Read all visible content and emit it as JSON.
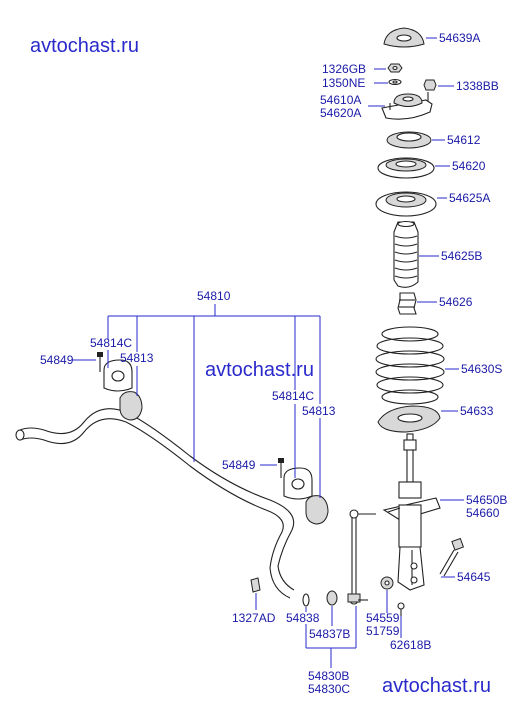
{
  "watermark": {
    "top_left": "avtochast.ru",
    "center": "avtochast.ru",
    "bottom_right": "avtochast.ru"
  },
  "labels": {
    "p54639A": "54639A",
    "p1326GB": "1326GB",
    "p1350NE": "1350NE",
    "p1338BB": "1338BB",
    "p54610A": "54610A",
    "p54620A": "54620A",
    "p54612": "54612",
    "p54620": "54620",
    "p54625A": "54625A",
    "p54625B": "54625B",
    "p54626": "54626",
    "p54630S": "54630S",
    "p54633": "54633",
    "p54650B": "54650B",
    "p54660": "54660",
    "p54645": "54645",
    "p54559": "54559",
    "p51759": "51759",
    "p62618B": "62618B",
    "p54810": "54810",
    "p54814C_left": "54814C",
    "p54813_left": "54813",
    "p54849_left": "54849",
    "p54814C_right": "54814C",
    "p54813_right": "54813",
    "p54849_right": "54849",
    "p1327AD": "1327AD",
    "p54838": "54838",
    "p54837B": "54837B",
    "p54830B": "54830B",
    "p54830C": "54830C"
  }
}
